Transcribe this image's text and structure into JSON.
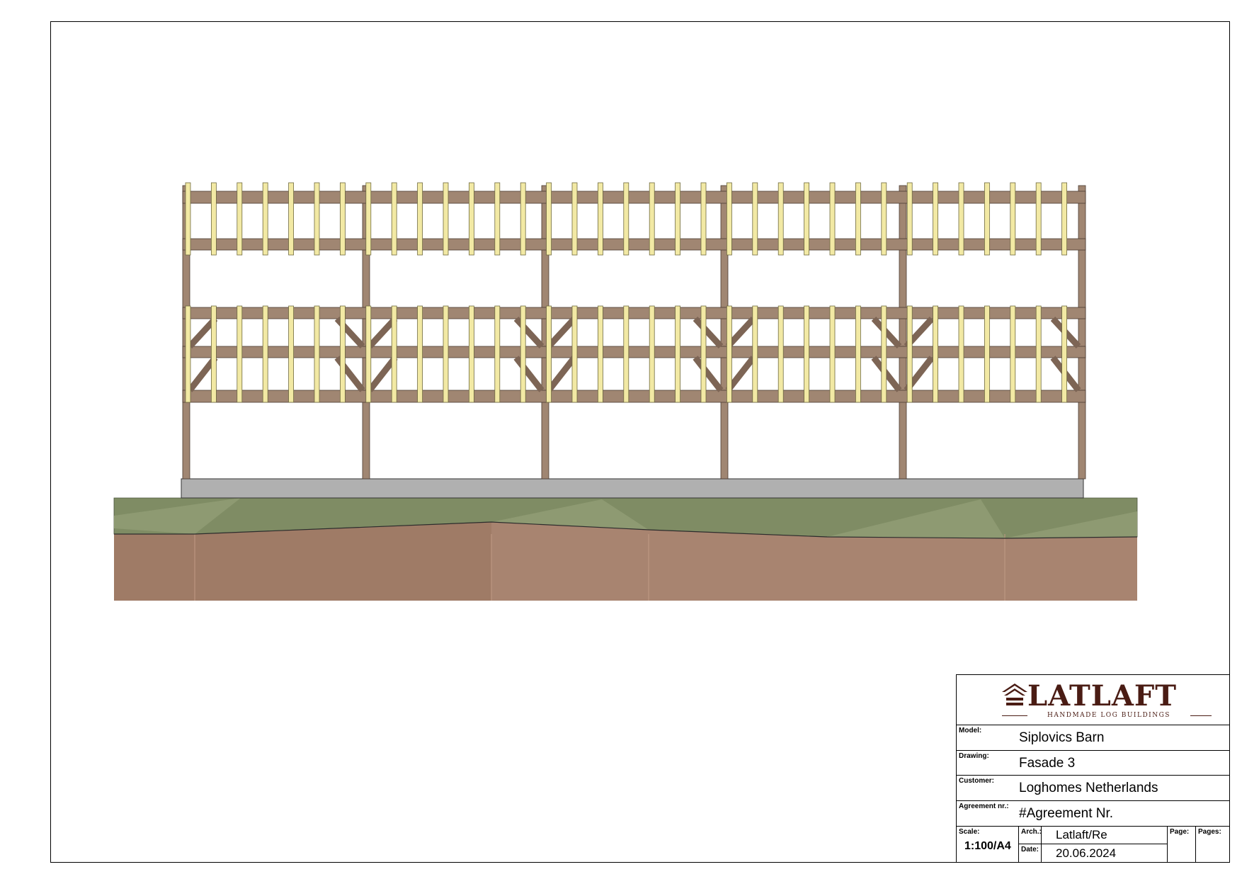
{
  "title_block": {
    "logo": {
      "brand": "LATLAFT",
      "tagline": "HANDMADE LOG BUILDINGS",
      "color": "#4a1c14"
    },
    "model": {
      "label": "Model:",
      "value": "Siplovics Barn"
    },
    "drawing": {
      "label": "Drawing:",
      "value": "Fasade 3"
    },
    "customer": {
      "label": "Customer:",
      "value": "Loghomes Netherlands"
    },
    "agreement": {
      "label": "Agreement nr.:",
      "value": "#Agreement Nr."
    },
    "scale": {
      "label": "Scale:",
      "value": "1:100/A4"
    },
    "arch": {
      "label": "Arch.:",
      "value": "Latlaft/Re"
    },
    "date": {
      "label": "Date:",
      "value": "20.06.2024"
    },
    "page": {
      "label": "Page:"
    },
    "pages": {
      "label": "Pages:"
    }
  },
  "colors": {
    "timber": "#a08672",
    "timber_dark": "#7d6555",
    "batten": "#f2e9a4",
    "foundation": "#b0b0b0",
    "grass": "#7f8c64",
    "grass_light": "#8e9a72",
    "soil": "#9f7b66",
    "soil_light": "#a88470"
  }
}
